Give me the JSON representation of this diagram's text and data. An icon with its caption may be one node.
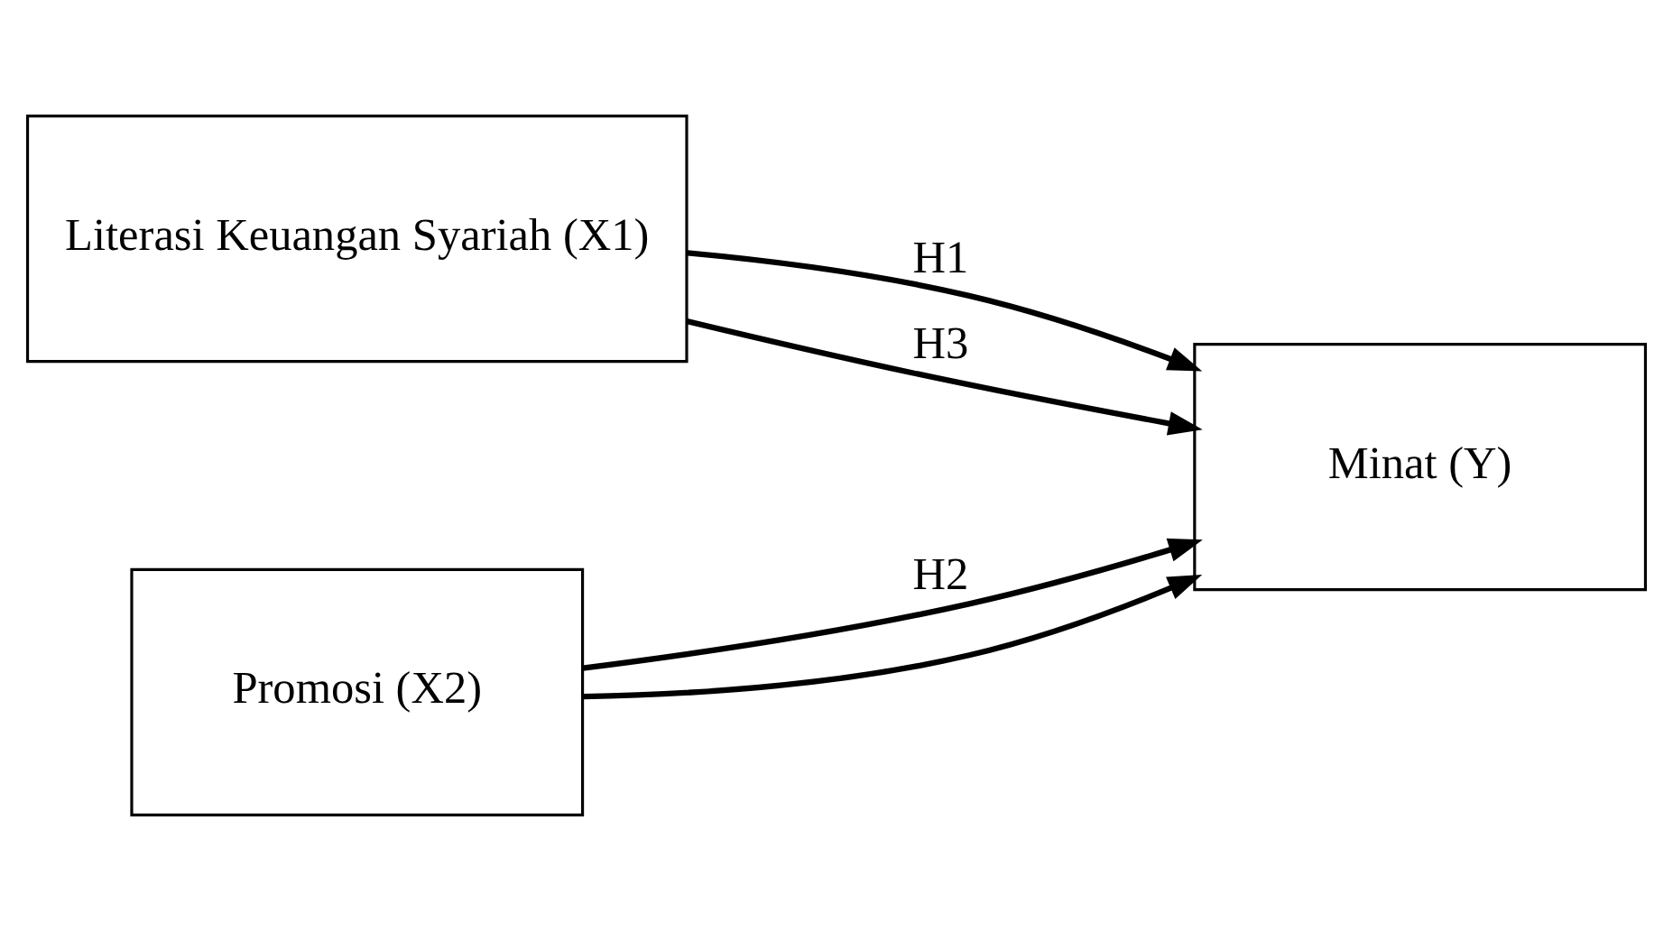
{
  "diagram": {
    "nodes": [
      {
        "text": [
          "Literasi Keuangan Syariah (X1)"
        ]
      },
      {
        "text": [
          "Promosi (X2)"
        ]
      },
      {
        "text": [
          "Minat (Y)"
        ]
      }
    ],
    "edges": [
      {
        "from": 0,
        "to": 2,
        "arrow": "to",
        "label": "H1"
      },
      {
        "from": 1,
        "to": 2,
        "arrow": "to",
        "label": "H2"
      },
      {
        "from": 0,
        "to": 2,
        "arrow": "to",
        "label": "H3"
      },
      {
        "from": 1,
        "to": 2,
        "arrow": "to"
      }
    ]
  }
}
